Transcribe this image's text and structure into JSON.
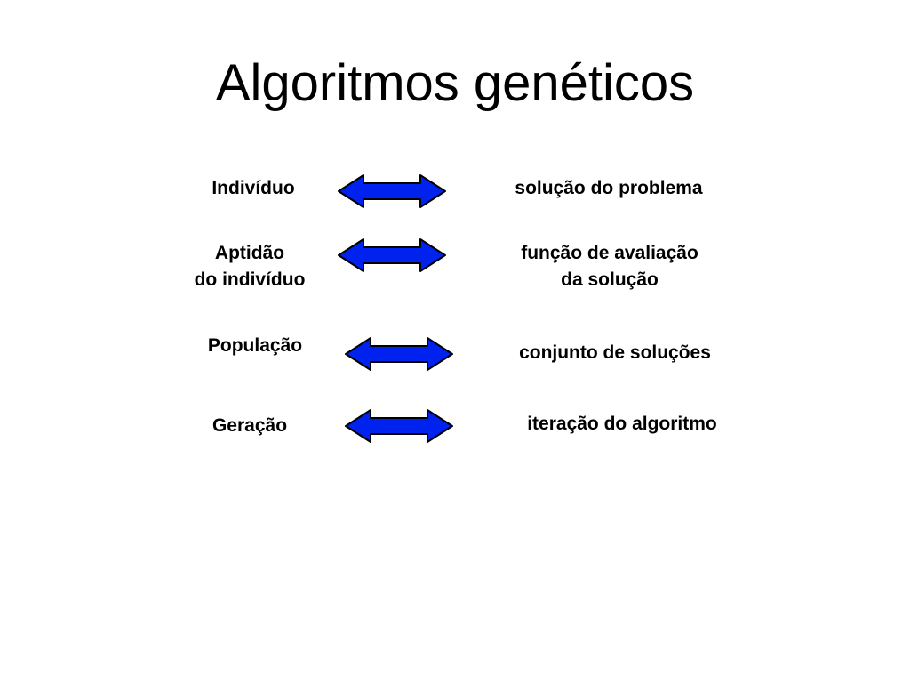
{
  "slide": {
    "title": "Algoritmos genéticos",
    "arrow_color": "#0022ee",
    "rows": [
      {
        "left": "Indivíduo",
        "right": "solução do problema"
      },
      {
        "left": "Aptidão\ndo indivíduo",
        "right": "função de avaliação\nda solução"
      },
      {
        "left": "População",
        "right": "conjunto de soluções"
      },
      {
        "left": "Geração",
        "right": "iteração do algoritmo"
      }
    ]
  }
}
